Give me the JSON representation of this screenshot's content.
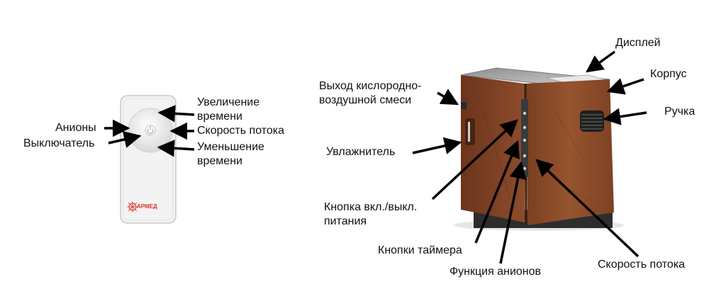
{
  "remote": {
    "logo": "АРМЕД",
    "labels": {
      "increase_time_1": "Увеличение",
      "increase_time_2": "времени",
      "anions": "Анионы",
      "flow_speed": "Скорость потока",
      "switch": "Выключатель",
      "decrease_time_1": "Уменьшение",
      "decrease_time_2": "времени"
    }
  },
  "device": {
    "labels": {
      "display": "Дисплей",
      "outlet_1": "Выход кислородно-",
      "outlet_2": "воздушной смеси",
      "body": "Корпус",
      "handle": "Ручка",
      "humidifier": "Увлажнитель",
      "power_button_1": "Кнопка вкл./выкл.",
      "power_button_2": "питания",
      "timer_buttons": "Кнопки таймера",
      "anion_function": "Функция анионов",
      "flow_speed": "Скорость потока"
    }
  },
  "colors": {
    "wood": "#8a4a2b",
    "wood_dark": "#5e2f18",
    "top": "#a9a9a9",
    "remote": "#f2f2f2",
    "arrow": "#000000",
    "logo": "#d9352b"
  }
}
